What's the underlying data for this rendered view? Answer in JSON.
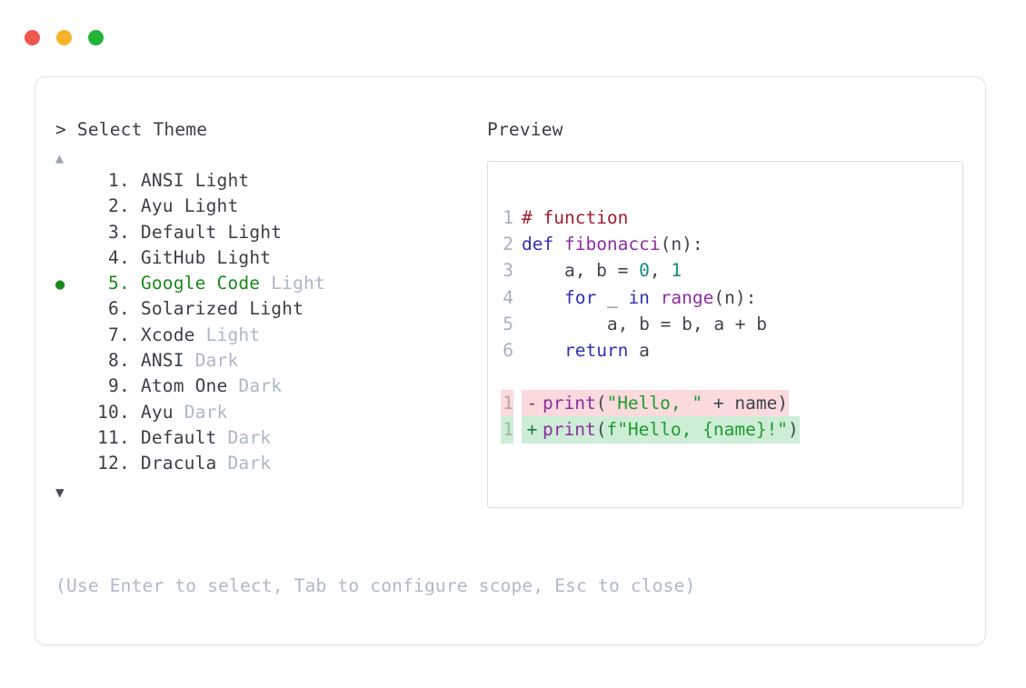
{
  "window": {
    "traffic_lights": [
      {
        "name": "close",
        "color": "#f1564f"
      },
      {
        "name": "minimize",
        "color": "#f5b425"
      },
      {
        "name": "maximize",
        "color": "#22b437"
      }
    ]
  },
  "chooser": {
    "prompt_marker": ">",
    "prompt": "Select Theme",
    "scroll_up_icon": "▲",
    "scroll_down_icon": "▼",
    "selected_index": 5,
    "selected_color": "#1a8a1a",
    "bullet": "●",
    "separator": ".",
    "items": [
      {
        "index": "1",
        "name": "ANSI",
        "variant": "Light",
        "variant_muted": false,
        "selected": false
      },
      {
        "index": "2",
        "name": "Ayu",
        "variant": "Light",
        "variant_muted": false,
        "selected": false
      },
      {
        "index": "3",
        "name": "Default",
        "variant": "Light",
        "variant_muted": false,
        "selected": false
      },
      {
        "index": "4",
        "name": "GitHub",
        "variant": "Light",
        "variant_muted": false,
        "selected": false
      },
      {
        "index": "5",
        "name": "Google Code",
        "variant": "Light",
        "variant_muted": true,
        "selected": true
      },
      {
        "index": "6",
        "name": "Solarized",
        "variant": "Light",
        "variant_muted": false,
        "selected": false
      },
      {
        "index": "7",
        "name": "Xcode",
        "variant": "Light",
        "variant_muted": true,
        "selected": false
      },
      {
        "index": "8",
        "name": "ANSI",
        "variant": "Dark",
        "variant_muted": true,
        "selected": false
      },
      {
        "index": "9",
        "name": "Atom One",
        "variant": "Dark",
        "variant_muted": true,
        "selected": false
      },
      {
        "index": "10",
        "name": "Ayu",
        "variant": "Dark",
        "variant_muted": true,
        "selected": false
      },
      {
        "index": "11",
        "name": "Default",
        "variant": "Dark",
        "variant_muted": true,
        "selected": false
      },
      {
        "index": "12",
        "name": "Dracula",
        "variant": "Dark",
        "variant_muted": true,
        "selected": false
      }
    ]
  },
  "footer": {
    "hint": "(Use Enter to select, Tab to configure scope, Esc to close)"
  },
  "preview": {
    "title": "Preview",
    "code_lines": [
      {
        "number": "1",
        "tokens": [
          {
            "text": "# function",
            "type": "comment"
          }
        ]
      },
      {
        "number": "2",
        "tokens": [
          {
            "text": "def ",
            "type": "keyword"
          },
          {
            "text": "fibonacci",
            "type": "func"
          },
          {
            "text": "(n):",
            "type": "plain"
          }
        ]
      },
      {
        "number": "3",
        "tokens": [
          {
            "text": "    a, b = ",
            "type": "plain"
          },
          {
            "text": "0",
            "type": "number"
          },
          {
            "text": ", ",
            "type": "plain"
          },
          {
            "text": "1",
            "type": "number"
          }
        ]
      },
      {
        "number": "4",
        "tokens": [
          {
            "text": "    ",
            "type": "plain"
          },
          {
            "text": "for",
            "type": "keyword"
          },
          {
            "text": " _ ",
            "type": "plain"
          },
          {
            "text": "in",
            "type": "keyword"
          },
          {
            "text": " ",
            "type": "plain"
          },
          {
            "text": "range",
            "type": "func"
          },
          {
            "text": "(n):",
            "type": "plain"
          }
        ]
      },
      {
        "number": "5",
        "tokens": [
          {
            "text": "        a, b = b, a + b",
            "type": "plain"
          }
        ]
      },
      {
        "number": "6",
        "tokens": [
          {
            "text": "    ",
            "type": "plain"
          },
          {
            "text": "return",
            "type": "keyword"
          },
          {
            "text": " a",
            "type": "plain"
          }
        ]
      }
    ],
    "diff_lines": [
      {
        "number": "1",
        "sign": "-",
        "kind": "delete",
        "background": "#fadadd",
        "tokens": [
          {
            "text": "print",
            "type": "func"
          },
          {
            "text": "(",
            "type": "plain"
          },
          {
            "text": "\"Hello, \"",
            "type": "string"
          },
          {
            "text": " + name)",
            "type": "plain"
          }
        ]
      },
      {
        "number": "1",
        "sign": "+",
        "kind": "add",
        "background": "#cdedd6",
        "tokens": [
          {
            "text": "print",
            "type": "func"
          },
          {
            "text": "(",
            "type": "plain"
          },
          {
            "text": "f\"Hello, {name}!\"",
            "type": "string"
          },
          {
            "text": ")",
            "type": "plain"
          }
        ]
      }
    ]
  },
  "theme_colors": {
    "comment": "#9c2130",
    "keyword": "#2f33b5",
    "function": "#8e2ea1",
    "number": "#108a80",
    "string": "#1f9b2e",
    "plain": "#40454e",
    "line_number": "#a9b0bd",
    "diff_delete_bg": "#fadadd",
    "diff_add_bg": "#cdedd6",
    "border": "#d8dee8",
    "card_border": "#e2e4e9",
    "muted_text": "#aeb6c6",
    "hint_text": "#b0b8c8"
  }
}
